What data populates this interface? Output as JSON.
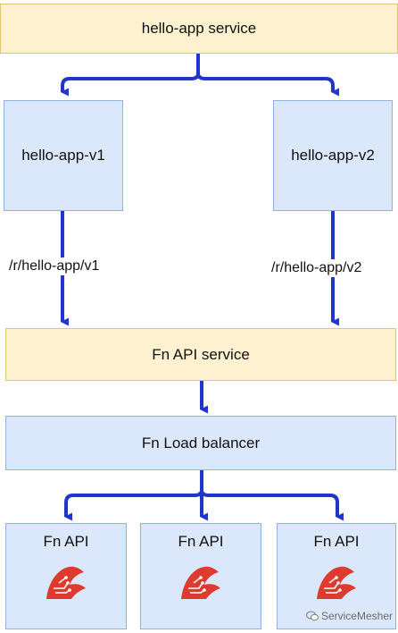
{
  "diagram": {
    "hello_app_service": "hello-app service",
    "hello_app_v1": "hello-app-v1",
    "hello_app_v2": "hello-app-v2",
    "route_v1": "/r/hello-app/v1",
    "route_v2": "/r/hello-app/v2",
    "fn_api_service": "Fn API service",
    "fn_load_balancer": "Fn Load balancer",
    "fn_api_nodes": [
      "Fn API",
      "Fn API",
      "Fn API"
    ]
  },
  "watermark": {
    "text": "ServiceMesher",
    "icon": "wechat-icon"
  },
  "colors": {
    "yellow_fill": "#fdf1cf",
    "yellow_border": "#e2c56f",
    "blue_fill": "#dbe7fa",
    "blue_border": "#8fb1df",
    "arrow": "#1f35cc",
    "logo": "#dd3b2f"
  }
}
